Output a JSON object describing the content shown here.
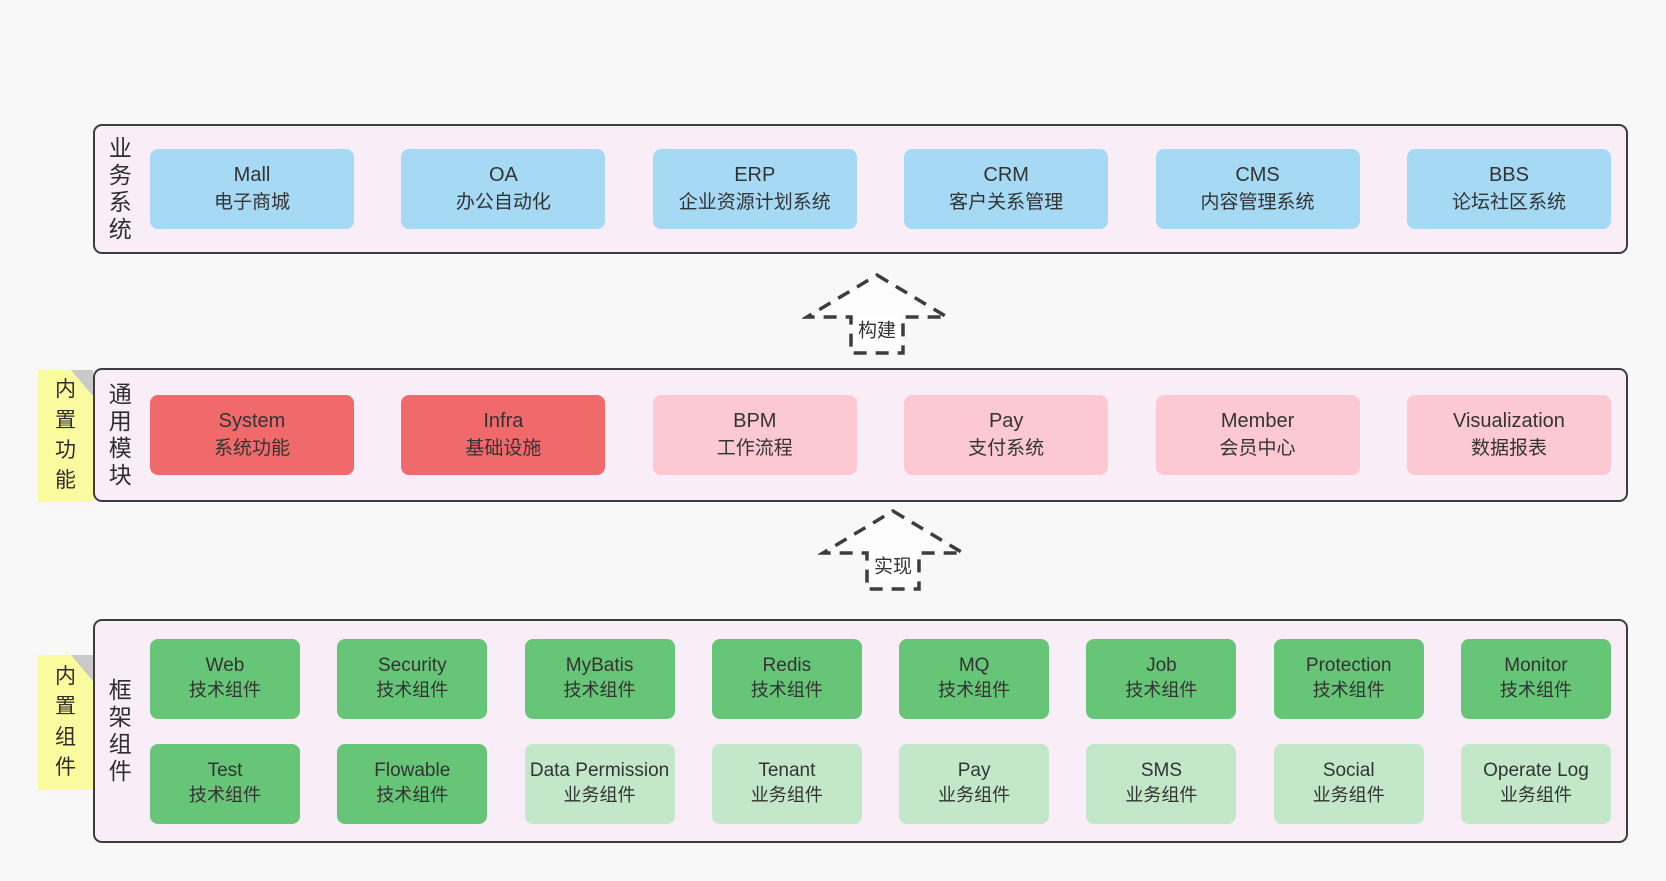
{
  "colors": {
    "page_bg": "#f8f8f8",
    "container_bg": "#f9eef7",
    "container_border": "#3d3d3d",
    "business_system_box": "#a6d9f4",
    "core_module_box": "#f16a6b",
    "optional_module_box": "#fcc9d2",
    "tech_component_box": "#67c577",
    "biz_component_box": "#c3e8c9",
    "note_bg": "#fafa9e",
    "note_fold": "#c9c9c9",
    "text": "#333333"
  },
  "arrows": [
    {
      "label": "构建"
    },
    {
      "label": "实现"
    }
  ],
  "layers": [
    {
      "label": "业务系统",
      "rows": [
        [
          {
            "title": "Mall",
            "subtitle": "电子商城"
          },
          {
            "title": "OA",
            "subtitle": "办公自动化"
          },
          {
            "title": "ERP",
            "subtitle": "企业资源计划系统"
          },
          {
            "title": "CRM",
            "subtitle": "客户关系管理"
          },
          {
            "title": "CMS",
            "subtitle": "内容管理系统"
          },
          {
            "title": "BBS",
            "subtitle": "论坛社区系统"
          }
        ]
      ]
    },
    {
      "label": "通用模块",
      "note": "内置功能",
      "rows": [
        [
          {
            "title": "System",
            "subtitle": "系统功能"
          },
          {
            "title": "Infra",
            "subtitle": "基础设施"
          },
          {
            "title": "BPM",
            "subtitle": "工作流程"
          },
          {
            "title": "Pay",
            "subtitle": "支付系统"
          },
          {
            "title": "Member",
            "subtitle": "会员中心"
          },
          {
            "title": "Visualization",
            "subtitle": "数据报表"
          }
        ]
      ]
    },
    {
      "label": "框架组件",
      "note": "内置组件",
      "rows": [
        [
          {
            "title": "Web",
            "subtitle": "技术组件"
          },
          {
            "title": "Security",
            "subtitle": "技术组件"
          },
          {
            "title": "MyBatis",
            "subtitle": "技术组件"
          },
          {
            "title": "Redis",
            "subtitle": "技术组件"
          },
          {
            "title": "MQ",
            "subtitle": "技术组件"
          },
          {
            "title": "Job",
            "subtitle": "技术组件"
          },
          {
            "title": "Protection",
            "subtitle": "技术组件"
          },
          {
            "title": "Monitor",
            "subtitle": "技术组件"
          }
        ],
        [
          {
            "title": "Test",
            "subtitle": "技术组件"
          },
          {
            "title": "Flowable",
            "subtitle": "技术组件"
          },
          {
            "title": "Data Permission",
            "subtitle": "业务组件"
          },
          {
            "title": "Tenant",
            "subtitle": "业务组件"
          },
          {
            "title": "Pay",
            "subtitle": "业务组件"
          },
          {
            "title": "SMS",
            "subtitle": "业务组件"
          },
          {
            "title": "Social",
            "subtitle": "业务组件"
          },
          {
            "title": "Operate Log",
            "subtitle": "业务组件"
          }
        ]
      ]
    }
  ]
}
